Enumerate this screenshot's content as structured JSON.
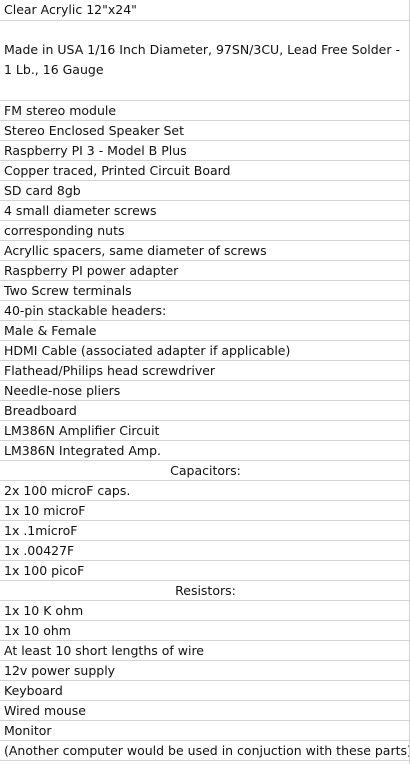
{
  "rows": [
    {
      "text": "Clear Acrylic 12\"x24\"",
      "align": "left"
    },
    {
      "text": "Made in USA 1/16 Inch Diameter, 97SN/3CU, Lead Free Solder - 1 Lb., 16 Gauge",
      "align": "left"
    },
    {
      "text": "FM stereo module",
      "align": "left"
    },
    {
      "text": "Stereo Enclosed Speaker Set",
      "align": "left"
    },
    {
      "text": "Raspberry PI 3 - Model B Plus",
      "align": "left"
    },
    {
      "text": "Copper traced, Printed Circuit Board",
      "align": "left"
    },
    {
      "text": "SD card 8gb",
      "align": "left"
    },
    {
      "text": "4 small diameter screws",
      "align": "left"
    },
    {
      "text": "corresponding nuts",
      "align": "left"
    },
    {
      "text": "Acryllic spacers, same diameter of screws",
      "align": "left"
    },
    {
      "text": "Raspberry PI power adapter",
      "align": "left"
    },
    {
      "text": "Two Screw terminals",
      "align": "left"
    },
    {
      "text": "40-pin stackable headers:",
      "align": "left"
    },
    {
      "text": "Male & Female",
      "align": "left"
    },
    {
      "text": "HDMI Cable (associated adapter if applicable)",
      "align": "left"
    },
    {
      "text": "Flathead/Philips head screwdriver",
      "align": "left"
    },
    {
      "text": "Needle-nose pliers",
      "align": "left"
    },
    {
      "text": "Breadboard",
      "align": "left"
    },
    {
      "text": "LM386N Amplifier Circuit",
      "align": "left"
    },
    {
      "text": "LM386N Integrated Amp.",
      "align": "left"
    },
    {
      "text": "Capacitors:",
      "align": "center"
    },
    {
      "text": "2x 100 microF caps.",
      "align": "left"
    },
    {
      "text": "1x 10 microF",
      "align": "left"
    },
    {
      "text": "1x .1microF",
      "align": "left"
    },
    {
      "text": "1x .00427F",
      "align": "left"
    },
    {
      "text": "1x 100 picoF",
      "align": "left"
    },
    {
      "text": "Resistors:",
      "align": "center"
    },
    {
      "text": "1x 10 K ohm",
      "align": "left"
    },
    {
      "text": "1x 10 ohm",
      "align": "left"
    },
    {
      "text": "At least 10 short lengths of wire",
      "align": "left"
    },
    {
      "text": "12v power supply",
      "align": "left"
    },
    {
      "text": "Keyboard",
      "align": "left"
    },
    {
      "text": "Wired mouse",
      "align": "left"
    },
    {
      "text": "Monitor",
      "align": "left"
    },
    {
      "text": "(Another computer would be used in conjuction with these parts)",
      "align": "left"
    }
  ]
}
